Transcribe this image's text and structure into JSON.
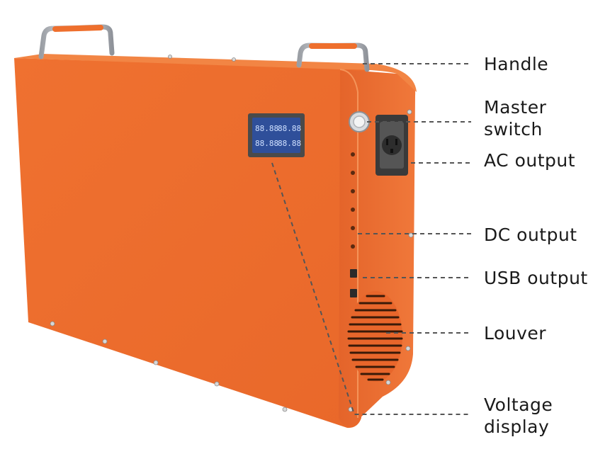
{
  "colors": {
    "body": "#ee6f2d",
    "body_shadow": "#d85d1f",
    "handle_metal": "#c9ccd1",
    "handle_grip": "#ee6f2d",
    "display_screen": "#2f4f9a",
    "panel_dark": "#2a2a2a",
    "leader_line": "#555555"
  },
  "labels": {
    "handle": "Handle",
    "master_switch_1": "Master",
    "master_switch_2": "switch",
    "ac_output": "AC output",
    "dc_output": "DC output",
    "usb_output": "USB output",
    "louver": "Louver",
    "voltage_display_1": "Voltage",
    "voltage_display_2": "display"
  },
  "display_digits": [
    "88.88",
    "88.88",
    "88.88",
    "88.88"
  ]
}
